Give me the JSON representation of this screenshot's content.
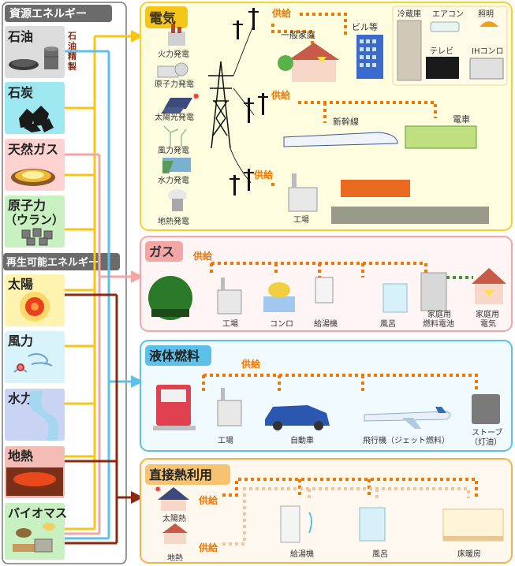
{
  "colors": {
    "electricity": "#f5c518",
    "gas": "#f4a5a5",
    "liquid_fuel": "#5cc0ea",
    "direct_heat": "#8b2a10",
    "supply_dots": "#f07800",
    "supply_dots_light": "#f6c49a",
    "gas_household_dots": "#3a9a30"
  },
  "sidebar": {
    "resource_header": "資源エネルギー",
    "renewable_header": "再生可能エネルギー",
    "refining_label": "石油精製",
    "resources": [
      {
        "label": "石油",
        "icon": "oil-drum-icon"
      },
      {
        "label": "石炭",
        "icon": "coal-icon"
      },
      {
        "label": "天然ガス",
        "icon": "gas-flame-icon"
      },
      {
        "label": "原子力",
        "sub": "（ウラン）",
        "icon": "uranium-icon"
      }
    ],
    "renewables": [
      {
        "label": "太陽",
        "icon": "sun-icon"
      },
      {
        "label": "風力",
        "icon": "wind-icon"
      },
      {
        "label": "水力",
        "icon": "river-icon"
      },
      {
        "label": "地熱",
        "icon": "lava-icon"
      },
      {
        "label": "バイオマス",
        "icon": "biomass-icon"
      }
    ]
  },
  "electricity": {
    "title": "電気",
    "plants": [
      "火力発電",
      "原子力発電",
      "太陽光発電",
      "風力発電",
      "水力発電",
      "地熱発電"
    ],
    "supply_label": "供給",
    "home": "一般家庭",
    "building": "ビル等",
    "appliances": [
      "冷蔵庫",
      "エアコン",
      "照明",
      "テレビ",
      "IHコンロ"
    ],
    "trains": [
      "新幹線",
      "電車"
    ],
    "factory": "工場"
  },
  "gas": {
    "title": "ガス",
    "supply_label": "供給",
    "uses": [
      "工場",
      "コンロ",
      "給湯機",
      "風呂"
    ],
    "fuel_cell_line1": "家庭用",
    "fuel_cell_line2": "燃料電池",
    "home_power_line1": "家庭用",
    "home_power_line2": "電気"
  },
  "liquid_fuel": {
    "title": "液体燃料",
    "supply_label": "供給",
    "uses": [
      "工場",
      "自動車",
      "飛行機（ジェット燃料）"
    ],
    "stove_line1": "ストーブ",
    "stove_line2": "（灯油）"
  },
  "direct_heat": {
    "title": "直接熱利用",
    "supply_label": "供給",
    "sources": [
      "太陽熱",
      "地熱"
    ],
    "uses": [
      "給湯機",
      "風呂",
      "床暖房"
    ]
  }
}
